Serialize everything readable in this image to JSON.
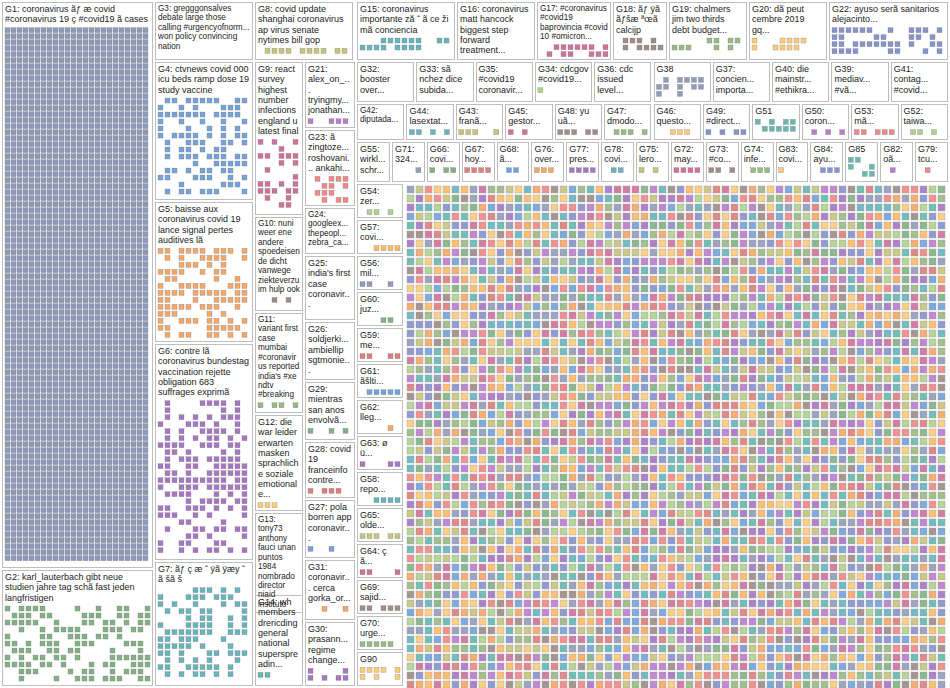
{
  "diagram": {
    "nodes": [
      {
        "text": [
          "G1: coronavirus ãƒ æ covid #coronavirus 19 ç #covid19 ã cases"
        ]
      },
      {
        "text": [
          "G2: karl_lauterbach gibt neue studien jahre tag schã fast jeden langfristigen"
        ]
      },
      {
        "text": [
          "G3: gregggonsalves debate large those calling #urgencyofnorm... won policy convincing nation"
        ]
      },
      {
        "text": [
          "G4: ctvnews covid 000 icu beds ramp dose 19 study vaccine"
        ]
      },
      {
        "text": [
          "G5: baisse aux coronavirus covid 19 lance signal pertes auditives lã"
        ]
      },
      {
        "text": [
          "G6: contre lã coronavirus bundestag vaccination rejette obligation 683 suffrages exprimã"
        ]
      },
      {
        "text": [
          "G7: ãƒ ç æ ˆ ÿã ÿæy ˆ ã šã š"
        ]
      },
      {
        "text": [
          "G8: covid update shanghai coronavirus ap virus senate nytimes bill gop"
        ]
      },
      {
        "text": [
          "G9: react survey highest number infections england u latest final"
        ]
      },
      {
        "text": [
          "G10: nuni weer ene andere spoedeisende dicht vanwege ziekteverzuim hulp ook"
        ]
      },
      {
        "text": [
          "G11: variant first case mumbai #coronavirus reported india's #xe ndtv #breaking"
        ]
      },
      {
        "text": [
          "G12: die war leider erwarten masken sprachliche soziale emotionale..."
        ]
      },
      {
        "text": [
          "G13: tony73 anthony fauci unan puntos 1984 nombrado director niaid instituto"
        ]
      },
      {
        "text": [
          "G14: wh members drericding general national superspreadin..."
        ]
      },
      {
        "text": [
          "G21: alex_on_... tryingmy... jonathan..."
        ]
      },
      {
        "text": [
          "G23: ã zingtoze... roshovani... ankahi..."
        ]
      },
      {
        "text": [
          "G24: googleex... thepeopl... zebra_ca..."
        ]
      },
      {
        "text": [
          "G25: india's first case coronavir..."
        ]
      },
      {
        "text": [
          "G26: soldjerki... ambiellip sgtmonie..."
        ]
      },
      {
        "text": [
          "G29: mientras san anos envolvã..."
        ]
      },
      {
        "text": [
          "G28: covid 19 franceinfo contre..."
        ]
      },
      {
        "text": [
          "G27: pola borren app coronavir..."
        ]
      },
      {
        "text": [
          "G31: coronavir... cerca gorka_or..."
        ]
      },
      {
        "text": [
          "G30: prasann... regime change..."
        ]
      },
      {
        "text": [
          "G15: coronavirus importante ză ˆ ã ce ži mã conciencia"
        ]
      },
      {
        "text": [
          "G16: coronavirus matt hancock biggest step forward treatment..."
        ]
      },
      {
        "text": [
          "G17: #coronavirus #covid19 baprovincia #covid 10 #omicron..."
        ]
      },
      {
        "text": [
          "G18: ãƒ ÿã ãƒšæ ªœã calcijp"
        ]
      },
      {
        "text": [
          "G19: chalmers jim two thirds debt budget..."
        ]
      },
      {
        "text": [
          "G20: dã peut cembre 2019 gq..."
        ]
      },
      {
        "text": [
          "G22: ayuso serã sanitarios alejacinto..."
        ]
      },
      {
        "text": [
          "G32: booster over..."
        ]
      },
      {
        "text": [
          "G33: sã nchez dice subida..."
        ]
      },
      {
        "text": [
          "G35: #covid19 coronavir..."
        ]
      },
      {
        "text": [
          "G34: cdcgov #covid19..."
        ]
      },
      {
        "text": [
          "G36: cdc issued level..."
        ]
      },
      {
        "text": [
          "G38"
        ]
      },
      {
        "text": [
          "G37: concien... importa..."
        ]
      },
      {
        "text": [
          "G40: die mainstr... #ethikra..."
        ]
      },
      {
        "text": [
          "G39: mediav... #vã..."
        ]
      },
      {
        "text": [
          "G41: contag... #covid..."
        ]
      },
      {
        "text": [
          "G42: diputada..."
        ]
      },
      {
        "text": [
          "G44: lasextat..."
        ]
      },
      {
        "text": [
          "G43: franã..."
        ]
      },
      {
        "text": [
          "G45: gestor..."
        ]
      },
      {
        "text": [
          "G48: yu uã..."
        ]
      },
      {
        "text": [
          "G47: dmodo..."
        ]
      },
      {
        "text": [
          "G46: questo..."
        ]
      },
      {
        "text": [
          "G49: #direct..."
        ]
      },
      {
        "text": [
          "G51"
        ]
      },
      {
        "text": [
          "G50: coron..."
        ]
      },
      {
        "text": [
          "G53: mã..."
        ]
      },
      {
        "text": [
          "G52: taiwa..."
        ]
      },
      {
        "text": [
          "G55: wirkl... schr..."
        ]
      },
      {
        "text": [
          "G71: 324..."
        ]
      },
      {
        "text": [
          "G66: covi..."
        ]
      },
      {
        "text": [
          "G67: hoy..."
        ]
      },
      {
        "text": [
          "G68: ã..."
        ]
      },
      {
        "text": [
          "G76: over..."
        ]
      },
      {
        "text": [
          "G77: pres..."
        ]
      },
      {
        "text": [
          "G78: covi..."
        ]
      },
      {
        "text": [
          "G75: lero..."
        ]
      },
      {
        "text": [
          "G72: may..."
        ]
      },
      {
        "text": [
          "G73: #co..."
        ]
      },
      {
        "text": [
          "G74: infe..."
        ]
      },
      {
        "text": [
          "G83: covi..."
        ]
      },
      {
        "text": [
          "G84: ayu..."
        ]
      },
      {
        "text": [
          "G85"
        ]
      },
      {
        "text": [
          "G82: oã..."
        ]
      },
      {
        "text": [
          "G79: tcu..."
        ]
      },
      {
        "text": [
          "G54: zer..."
        ]
      },
      {
        "text": [
          "G57: covi..."
        ]
      },
      {
        "text": [
          "G56: mil..."
        ]
      },
      {
        "text": [
          "G60: juz..."
        ]
      },
      {
        "text": [
          "G59: me..."
        ]
      },
      {
        "text": [
          "G61: ãšlti..."
        ]
      },
      {
        "text": [
          "G62: lleg..."
        ]
      },
      {
        "text": [
          "G63: ø ü..."
        ]
      },
      {
        "text": [
          "G58: repo..."
        ]
      },
      {
        "text": [
          "G65: olde..."
        ]
      },
      {
        "text": [
          "G64: ç ã..."
        ]
      },
      {
        "text": [
          "G69: sajid..."
        ]
      },
      {
        "text": [
          "G70: urge..."
        ]
      },
      {
        "text": [
          "G90"
        ]
      }
    ]
  }
}
